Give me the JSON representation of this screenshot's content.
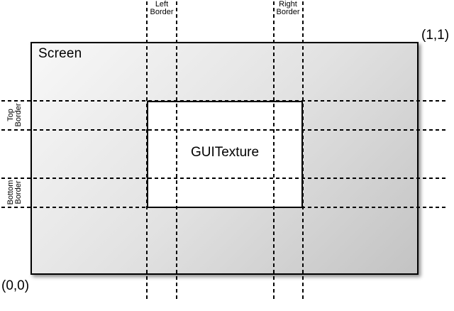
{
  "screen": {
    "label": "Screen",
    "coord_top_right": "(1,1)",
    "coord_bottom_left": "(0,0)"
  },
  "texture": {
    "label": "GUITexture"
  },
  "border_labels": {
    "left": {
      "line1": "Left",
      "line2": "Border"
    },
    "right": {
      "line1": "Right",
      "line2": "Border"
    },
    "top": {
      "line1": "Top",
      "line2": "Border"
    },
    "bottom": {
      "line1": "Bottom",
      "line2": "Border"
    }
  },
  "colors": {
    "line": "#000000",
    "screen_border": "#000000",
    "screen_gradient_start": "#f8f8f8",
    "screen_gradient_end": "#c3c3c3",
    "texture_fill": "#ffffff",
    "canvas_background": "#ffffff"
  }
}
